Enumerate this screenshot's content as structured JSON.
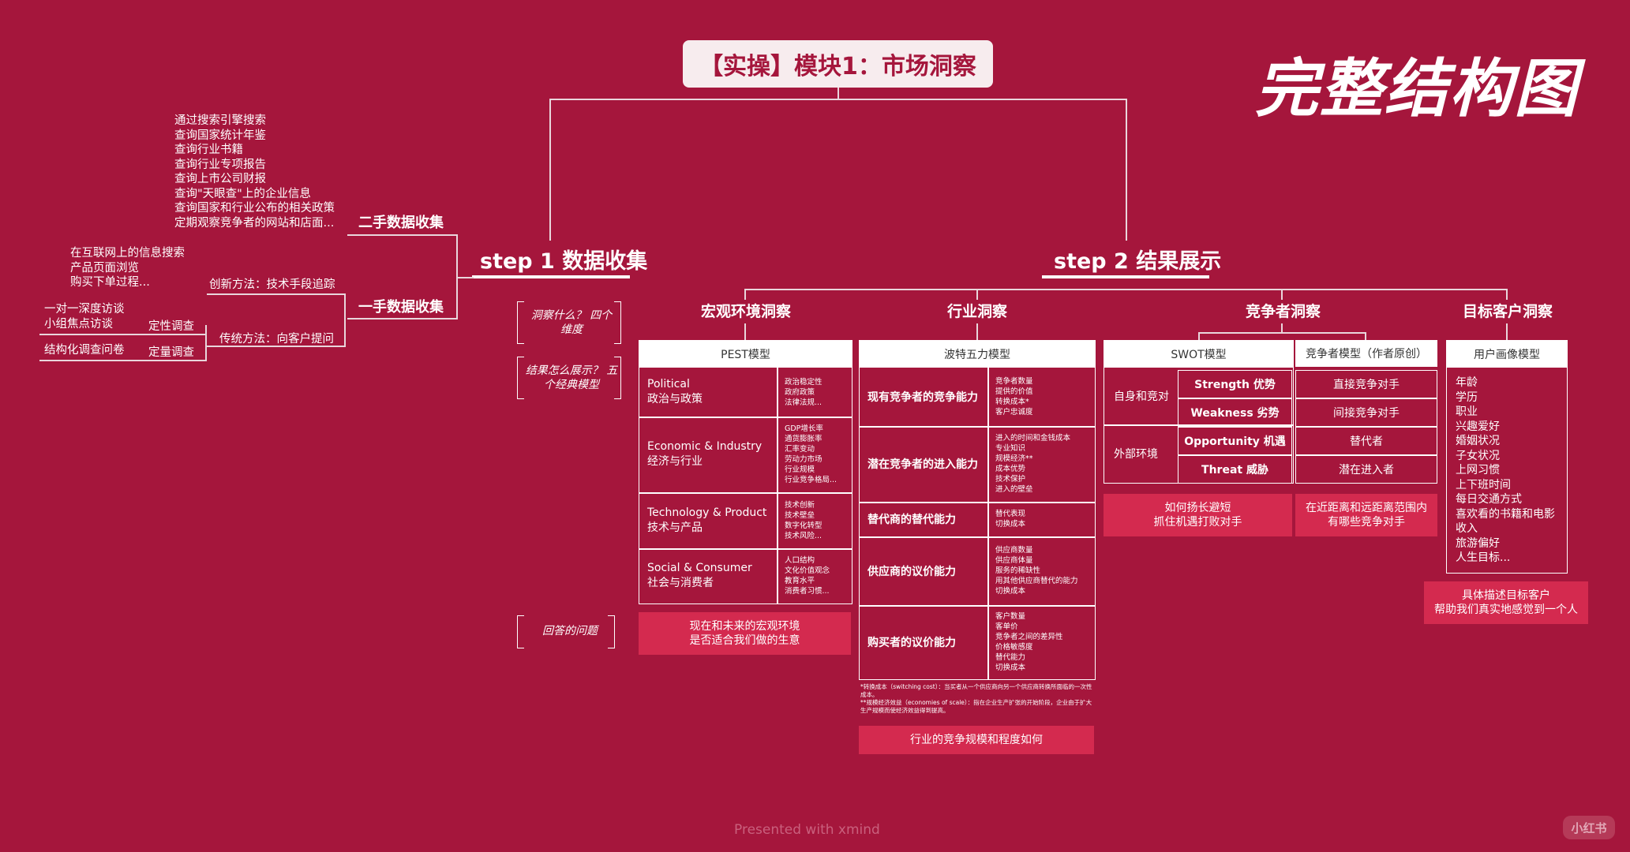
{
  "title": "【实操】模块1：市场洞察",
  "big_title": "完整结构图",
  "step1": "step 1 数据收集",
  "step2": "step 2 结果展示",
  "secondary": {
    "label": "二手数据收集",
    "items": "通过搜索引擎搜索\n查询国家统计年鉴\n查询行业书籍\n查询行业专项报告\n查询上市公司财报\n查询\"天眼查\"上的企业信息\n查询国家和行业公布的相关政策\n定期观察竞争者的网站和店面..."
  },
  "primary": {
    "label": "一手数据收集",
    "innov_items": "在互联网上的信息搜索\n产品页面浏览\n购买下单过程...",
    "innov_label": "创新方法：技术手段追踪",
    "trad_label": "传统方法：向客户提问",
    "qual_items": "一对一深度访谈\n小组焦点访谈",
    "qual_label": "定性调查",
    "quant_items": "结构化调查问卷",
    "quant_label": "定量调查"
  },
  "notes": {
    "n1": "洞察什么？\n四个维度",
    "n2": "结果怎么展示？\n五个经典模型",
    "n3": "回答的问题"
  },
  "headers": {
    "macro": "宏观环境洞察",
    "industry": "行业洞察",
    "competitor": "竞争者洞察",
    "customer": "目标客户洞察"
  },
  "pest": {
    "title": "PEST模型",
    "rows": [
      {
        "name": "Political\n政治与政策",
        "detail": "政治稳定性\n政府政策\n法律法规..."
      },
      {
        "name": "Economic & Industry\n经济与行业",
        "detail": "GDP增长率\n通货膨胀率\n汇率变动\n劳动力市场\n行业规模\n行业竞争格局..."
      },
      {
        "name": "Technology & Product\n技术与产品",
        "detail": "技术创新\n技术壁垒\n数字化转型\n技术风险..."
      },
      {
        "name": "Social & Consumer\n社会与消费者",
        "detail": "人口结构\n文化价值观念\n教育水平\n消费者习惯..."
      }
    ],
    "answer": "现在和未来的宏观环境\n是否适合我们做的生意"
  },
  "porter": {
    "title": "波特五力模型",
    "rows": [
      {
        "name": "现有竞争者的竞争能力",
        "detail": "竞争者数量\n提供的价值\n转换成本*\n客户忠诚度"
      },
      {
        "name": "潜在竞争者的进入能力",
        "detail": "进入的时间和金钱成本\n专业知识\n规模经济**\n成本优势\n技术保护\n进入的壁垒"
      },
      {
        "name": "替代商的替代能力",
        "detail": "替代表现\n切换成本"
      },
      {
        "name": "供应商的议价能力",
        "detail": "供应商数量\n供应商体量\n服务的稀缺性\n用其他供应商替代的能力\n切换成本"
      },
      {
        "name": "购买者的议价能力",
        "detail": "客户数量\n客单价\n竞争者之间的差异性\n价格敏感度\n替代能力\n切换成本"
      }
    ],
    "footnote": "*转换成本（switching cost）：当买者从一个供应商向另一个供应商转换所面临的一次性成本。\n**规模经济效益（economies of scale）：指在企业生产扩张的开始阶段，企业由于扩大生产规模而使经济效益得到提高。",
    "answer": "行业的竞争规模和程度如何"
  },
  "swot": {
    "title": "SWOT模型",
    "internal": "自身和竞对",
    "external": "外部环境",
    "items": [
      "Strength 优势",
      "Weakness 劣势",
      "Opportunity 机遇",
      "Threat 威胁"
    ],
    "answer": "如何扬长避短\n抓住机遇打败对手"
  },
  "compmodel": {
    "title": "竞争者模型（作者原创）",
    "items": [
      "直接竞争对手",
      "间接竞争对手",
      "替代者",
      "潜在进入者"
    ],
    "answer": "在近距离和远距离范围内\n有哪些竞争对手"
  },
  "persona": {
    "title": "用户画像模型",
    "items": "年龄\n学历\n职业\n兴趣爱好\n婚姻状况\n子女状况\n上网习惯\n上下班时间\n每日交通方式\n喜欢看的书籍和电影\n收入\n旅游偏好\n人生目标...",
    "answer": "具体描述目标客户\n帮助我们真实地感觉到一个人"
  },
  "footer": "Presented with xmind",
  "watermark": "小红书"
}
